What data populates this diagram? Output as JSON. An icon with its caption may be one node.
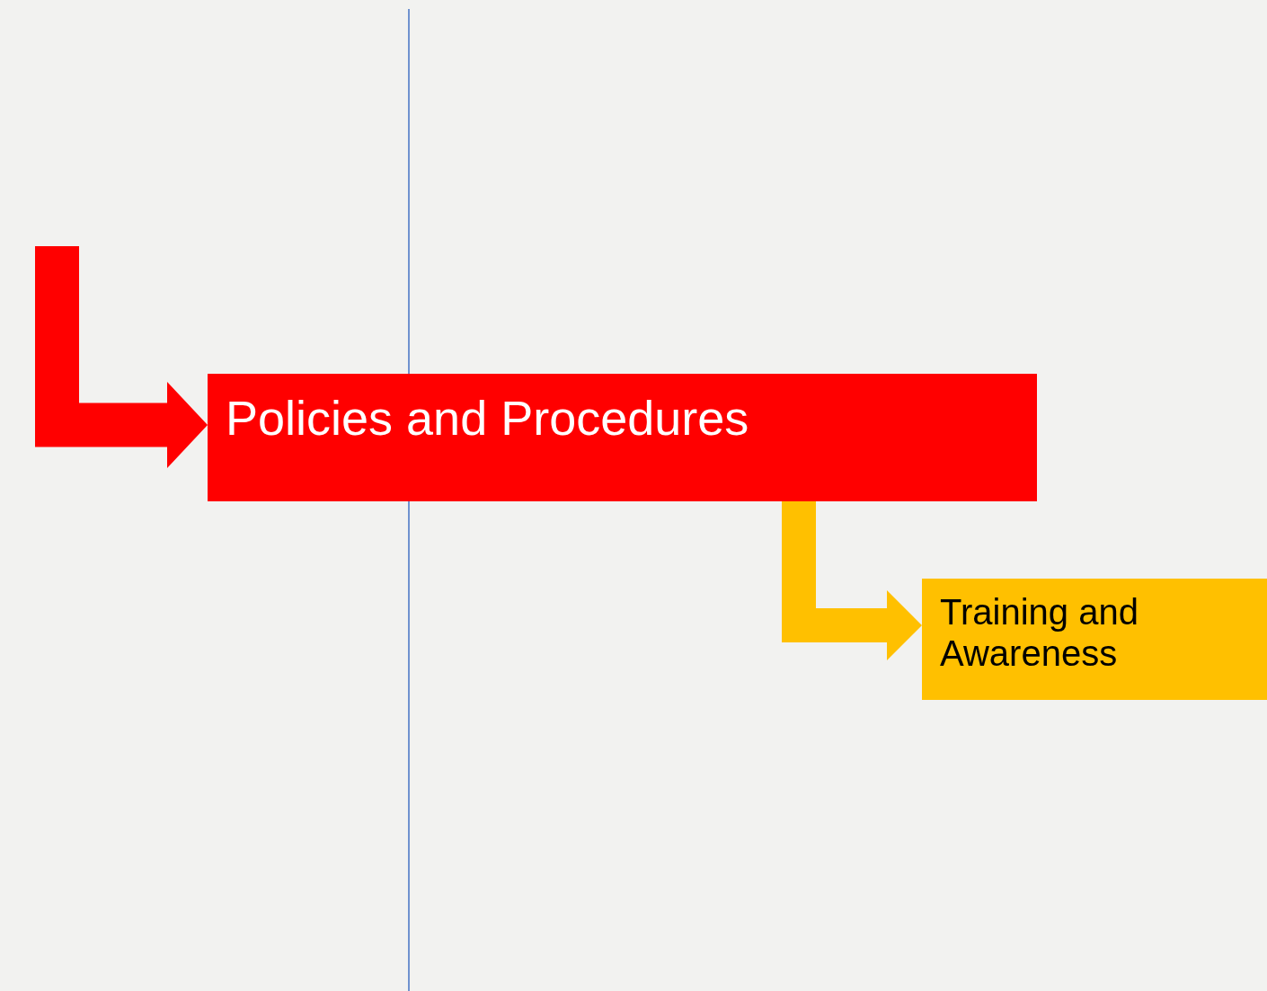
{
  "diagram": {
    "nodes": [
      {
        "text": [
          "Policies and Procedures"
        ]
      },
      {
        "text": [
          "Training and Awareness"
        ]
      }
    ],
    "edges": [
      {
        "from": null,
        "to": 0,
        "arrow": "to",
        "style": "thick",
        "color": "#ff0000"
      },
      {
        "from": 0,
        "to": 1,
        "arrow": "to",
        "style": "thick",
        "color": "#ffc000"
      }
    ]
  }
}
